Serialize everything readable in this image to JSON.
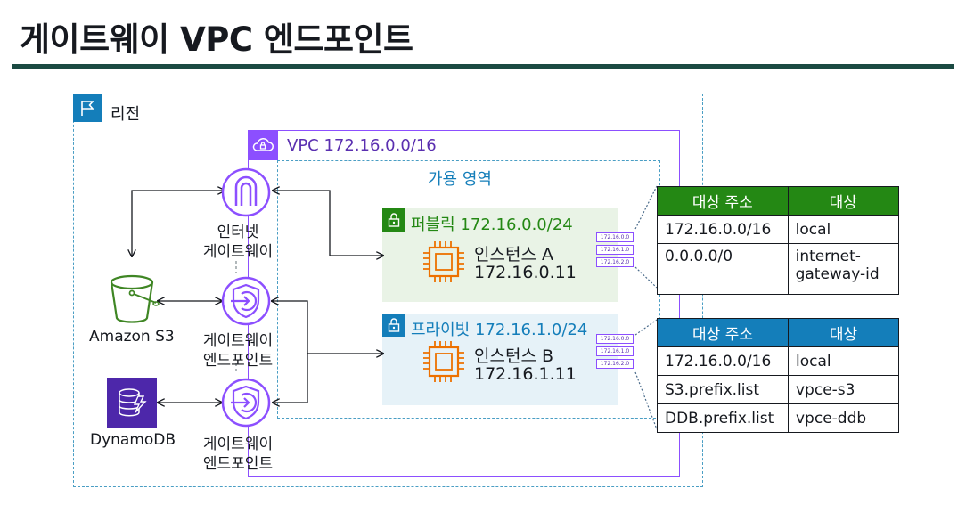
{
  "title": "게이트웨이 VPC 엔드포인트",
  "region": {
    "label": "리전"
  },
  "vpc": {
    "label": "VPC 172.16.0.0/16"
  },
  "az": {
    "label": "가용 영역"
  },
  "internet_gateway": {
    "label_line1": "인터넷",
    "label_line2": "게이트웨이"
  },
  "endpoint_s3": {
    "label_line1": "게이트웨이",
    "label_line2": "엔드포인트"
  },
  "endpoint_ddb": {
    "label_line1": "게이트웨이",
    "label_line2": "엔드포인트"
  },
  "s3": {
    "label": "Amazon S3"
  },
  "dynamodb": {
    "label": "DynamoDB"
  },
  "public_subnet": {
    "label": "퍼블릭",
    "cidr": "172.16.0.0/24",
    "instance_name": "인스턴스 A",
    "instance_ip": "172.16.0.11"
  },
  "private_subnet": {
    "label": "프라이빗",
    "cidr": "172.16.1.0/24",
    "instance_name": "인스턴스 B",
    "instance_ip": "172.16.1.11"
  },
  "route_table_icon_rows": [
    "172.16.0.0",
    "172.16.1.0",
    "172.16.2.0"
  ],
  "public_route_table": {
    "headers": [
      "대상 주소",
      "대상"
    ],
    "rows": [
      [
        "172.16.0.0/16",
        "local"
      ],
      [
        "0.0.0.0/0",
        "internet-gateway-id"
      ]
    ]
  },
  "private_route_table": {
    "headers": [
      "대상 주소",
      "대상"
    ],
    "rows": [
      [
        "172.16.0.0/16",
        "local"
      ],
      [
        "S3.prefix.list",
        "vpce-s3"
      ],
      [
        "DDB.prefix.list",
        "vpce-ddb"
      ]
    ]
  },
  "colors": {
    "region": "#147eba",
    "vpc": "#8c4fff",
    "public": "#248814",
    "private": "#147eba",
    "instance": "#ed7100",
    "s3": "#3f8624",
    "dynamodb": "#4d27aa",
    "title_rule": "#1b4a42"
  }
}
